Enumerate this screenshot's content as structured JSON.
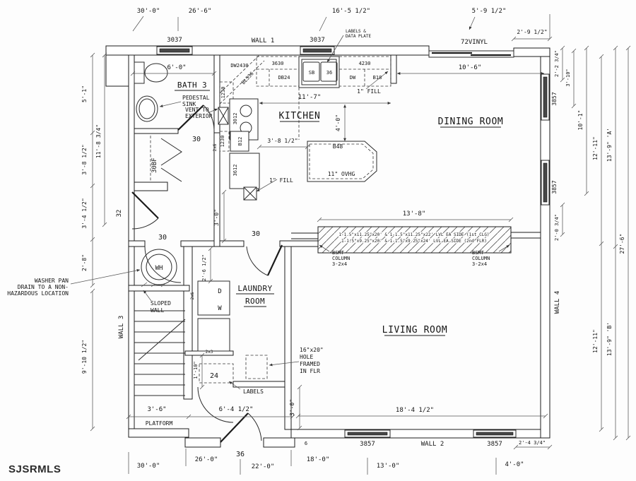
{
  "meta": {
    "watermark": "SJSRMLS"
  },
  "rooms": {
    "bath": "BATH 3",
    "kitchen": "KITCHEN",
    "dining": "DINING ROOM",
    "living": "LIVING ROOM",
    "laundry1": "LAUNDRY",
    "laundry2": "ROOM"
  },
  "wall_labels": {
    "w1": "WALL 1",
    "w2": "WALL 2",
    "w3": "WALL 3",
    "w4": "WALL 4"
  },
  "dims": {
    "top": {
      "d30_0": "30'-0\"",
      "d26_6": "26'-6\"",
      "d16_5": "16'-5 1/2\"",
      "d5_9": "5'-9 1/2\"",
      "d2_9": "2'-9 1/2\""
    },
    "bottom": {
      "d30_0": "30'-0\"",
      "d26_0": "26'-0\"",
      "d22_0": "22'-0\"",
      "d18_0": "18'-0\"",
      "d13_0": "13'-0\"",
      "d4_0": "4'-0\"",
      "d18_4": "18'-4 1/2\"",
      "d6_4": "6'-4 1/2\"",
      "d3_6": "3'-6\"",
      "d2_4": "2'-4 3/4\"",
      "d3_0": "3'-0\""
    },
    "left": {
      "d5_1": "5'-1\"",
      "d11_8": "11'-8 3/4\"",
      "d3_8": "3'-8 1/2\"",
      "d3_4": "3'-4 1/2\"",
      "d2_8": "2'-8\"",
      "d9_10": "9'-10 1/2\""
    },
    "right": {
      "d2_2": "2'-2 3/4\"",
      "d3_10": "3'-10\"",
      "d10_1": "10'-1\"",
      "d12_11": "12'-11\"",
      "d13_9a": "13'-9\" 'A'",
      "d13_9b": "13'-9\" 'B'",
      "d2_0": "2'-0 3/4\"",
      "d27_6": "27'-6\""
    },
    "interior": {
      "d6_0": "6'-0\"",
      "d11_7": "11'-7\"",
      "d4_0": "4'-0\"",
      "d3_8": "3'-8 1/2\"",
      "d10_6": "10'-6\"",
      "d13_8": "13'-8\"",
      "d2_6": "2'-6 1/2\"",
      "d1_10": "1'-10\"",
      "d3_0": "3'-0\""
    }
  },
  "windows": {
    "w3037": "3037",
    "w3857": "3857",
    "w72vinyl": "72VINYL"
  },
  "doors": {
    "d36": "36",
    "d32": "32",
    "d30": "30",
    "d30bf": "30BF",
    "d24": "24",
    "d6": "6"
  },
  "cabinets": {
    "dw2430": "DW2430",
    "bl536": "BL536",
    "c3630": "3630",
    "db24": "DB24",
    "sb": "SB",
    "c36": "36",
    "c4230": "4230",
    "dw": "DW",
    "b18": "B18",
    "c1230": "1230",
    "c3012": "3012",
    "b12": "B12",
    "c3612": "3612",
    "b48": "B48",
    "ovhg": "11\" OVHG",
    "fill1": "1\" FILL",
    "f2x6": "2x6",
    "f2x3": "2x3"
  },
  "fixtures": {
    "wh": "WH",
    "d": "D",
    "w": "W"
  },
  "annotations": {
    "labels_data1": "LABELS &",
    "labels_data2": "DATA PLATE",
    "pedestal1": "PEDESTAL",
    "pedestal2": "SINK",
    "vent1": "VENT TO",
    "vent2": "EXTERIOR",
    "washer1": "WASHER PAN",
    "washer2": "DRAIN TO A NON-",
    "washer3": "HAZARDOUS LOCATION",
    "sloped1": "SLOPED",
    "sloped2": "WALL",
    "hole1": "16\"x20\"",
    "hole2": "HOLE",
    "hole3": "FRAMED",
    "hole4": "IN FLR",
    "labels": "LABELS",
    "platform": "PLATFORM",
    "beam1": "1-1.5\"x11.25\"x20' & 1-1.5\"x11.25\"x22' LVL EA SIDE (1st CLG)",
    "beam2": "1-1.5\"x9.25\"x20' & 1-1.5\"x9.25\"x24' LVL EA SIDE (2nd FLR)",
    "bsmt1": "BSMT",
    "bsmt2": "COLUMN",
    "bsmt3": "3-2x4"
  }
}
